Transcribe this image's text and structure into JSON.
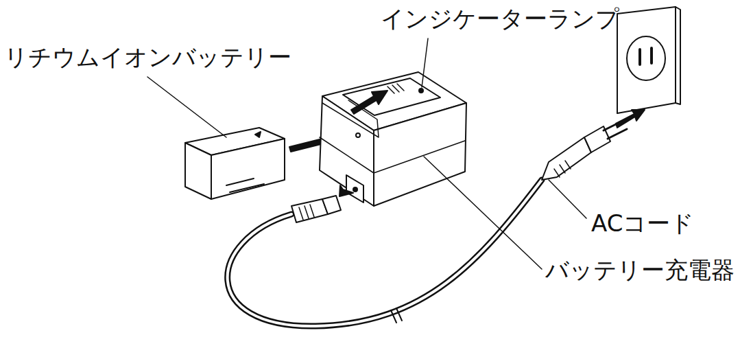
{
  "diagram": {
    "labels": [
      "インジケーターランプ",
      "リチウムイオンバッテリー",
      "ACコード",
      "バッテリー充電器"
    ]
  }
}
